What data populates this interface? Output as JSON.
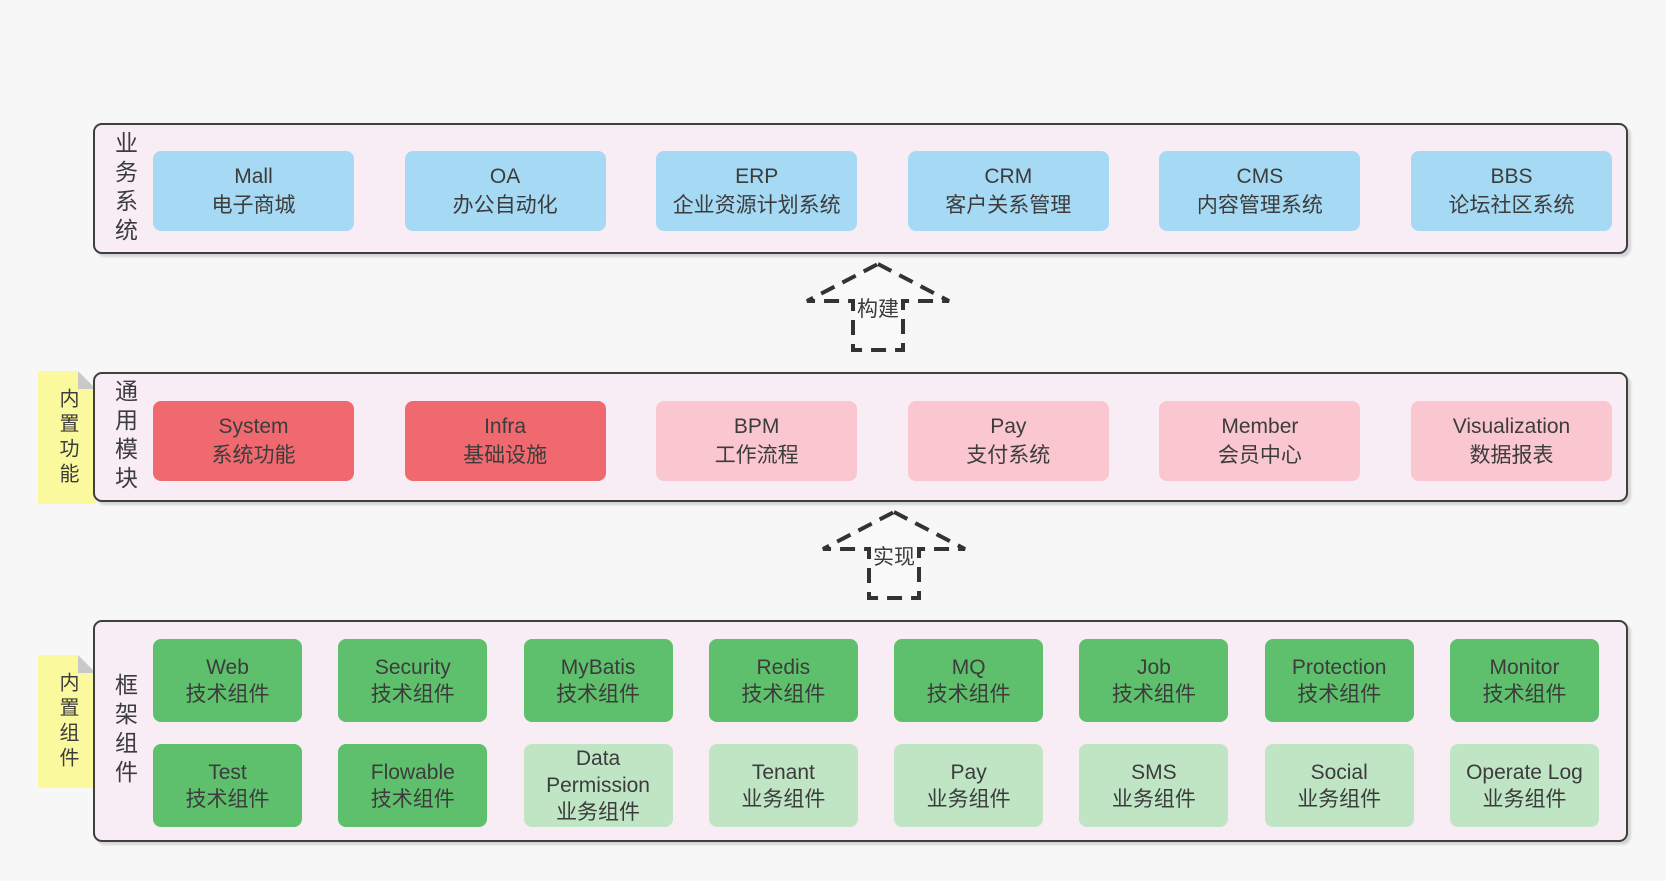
{
  "colors": {
    "canvas": "#f7f7f7",
    "panel": "#f8edf5",
    "border": "#3f3f3f",
    "text": "#3c3c3c",
    "blue": "#a6d9f3",
    "red": "#f0696e",
    "pink": "#fac7d0",
    "green_dark": "#5ec06c",
    "green_light": "#bfe5c5",
    "yellow": "#fbf99e",
    "fold": "#c9c9c9",
    "arrow": "#333333",
    "arrow_fill": "#f9f9f9"
  },
  "sections": [
    {
      "label": "业务系统",
      "boxes": [
        {
          "name": "Mall",
          "desc": "电子商城",
          "variant": "blue"
        },
        {
          "name": "OA",
          "desc": "办公自动化",
          "variant": "blue"
        },
        {
          "name": "ERP",
          "desc": "企业资源计划系统",
          "variant": "blue"
        },
        {
          "name": "CRM",
          "desc": "客户关系管理",
          "variant": "blue"
        },
        {
          "name": "CMS",
          "desc": "内容管理系统",
          "variant": "blue"
        },
        {
          "name": "BBS",
          "desc": "论坛社区系统",
          "variant": "blue"
        }
      ]
    },
    {
      "label": "通用模块",
      "note": "内置功能",
      "boxes": [
        {
          "name": "System",
          "desc": "系统功能",
          "variant": "red"
        },
        {
          "name": "Infra",
          "desc": "基础设施",
          "variant": "red"
        },
        {
          "name": "BPM",
          "desc": "工作流程",
          "variant": "pink"
        },
        {
          "name": "Pay",
          "desc": "支付系统",
          "variant": "pink"
        },
        {
          "name": "Member",
          "desc": "会员中心",
          "variant": "pink"
        },
        {
          "name": "Visualization",
          "desc": "数据报表",
          "variant": "pink"
        }
      ]
    },
    {
      "label": "框架组件",
      "note": "内置组件",
      "rows": [
        [
          {
            "name": "Web",
            "desc": "技术组件",
            "variant": "green_dark"
          },
          {
            "name": "Security",
            "desc": "技术组件",
            "variant": "green_dark"
          },
          {
            "name": "MyBatis",
            "desc": "技术组件",
            "variant": "green_dark"
          },
          {
            "name": "Redis",
            "desc": "技术组件",
            "variant": "green_dark"
          },
          {
            "name": "MQ",
            "desc": "技术组件",
            "variant": "green_dark"
          },
          {
            "name": "Job",
            "desc": "技术组件",
            "variant": "green_dark"
          },
          {
            "name": "Protection",
            "desc": "技术组件",
            "variant": "green_dark"
          },
          {
            "name": "Monitor",
            "desc": "技术组件",
            "variant": "green_dark"
          }
        ],
        [
          {
            "name": "Test",
            "desc": "技术组件",
            "variant": "green_dark"
          },
          {
            "name": "Flowable",
            "desc": "技术组件",
            "variant": "green_dark"
          },
          {
            "name": "Data Permission",
            "desc": "业务组件",
            "variant": "green_light"
          },
          {
            "name": "Tenant",
            "desc": "业务组件",
            "variant": "green_light"
          },
          {
            "name": "Pay",
            "desc": "业务组件",
            "variant": "green_light"
          },
          {
            "name": "SMS",
            "desc": "业务组件",
            "variant": "green_light"
          },
          {
            "name": "Social",
            "desc": "业务组件",
            "variant": "green_light"
          },
          {
            "name": "Operate Log",
            "desc": "业务组件",
            "variant": "green_light"
          }
        ]
      ]
    }
  ],
  "arrows": [
    {
      "label": "构建"
    },
    {
      "label": "实现"
    }
  ]
}
